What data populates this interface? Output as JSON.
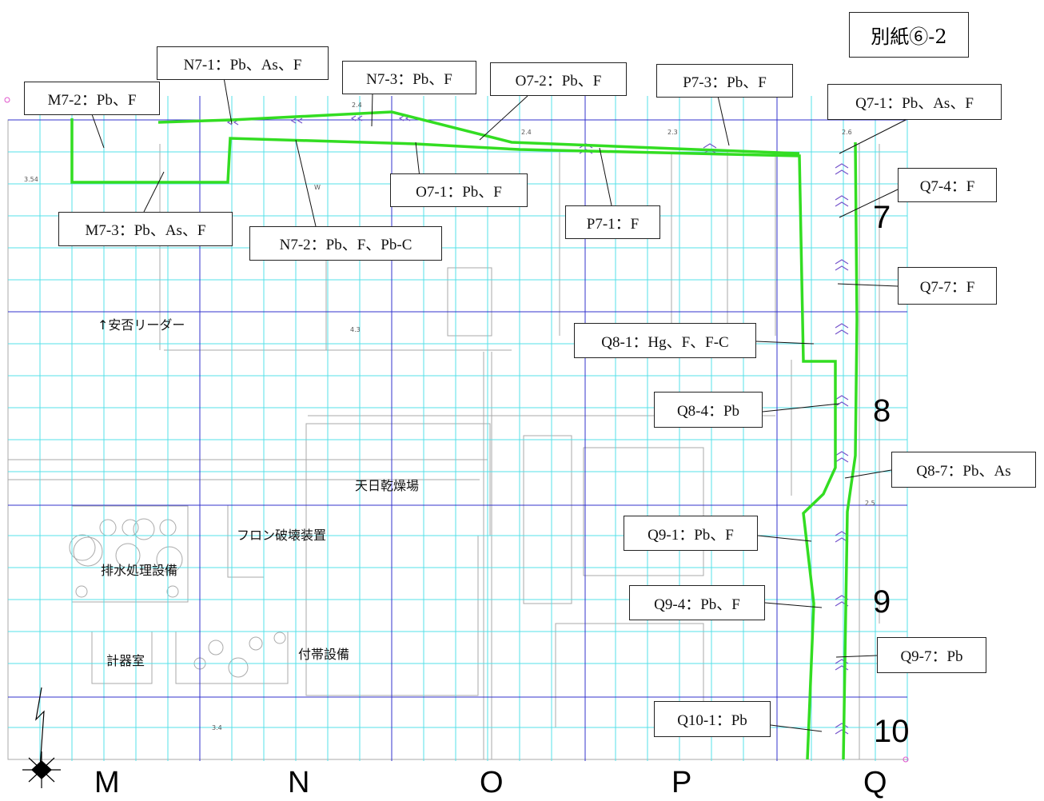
{
  "appendix_label": "別紙⑥-2",
  "columns": [
    "M",
    "N",
    "O",
    "P",
    "Q"
  ],
  "rows": [
    "7",
    "8",
    "9",
    "10"
  ],
  "map_labels": {
    "safety_leader": "↑安否リーダー",
    "sun_drying": "天日乾燥場",
    "freon": "フロン破壊装置",
    "wastewater": "排水処理設備",
    "instrument_room": "計器室",
    "auxiliary": "付帯設備"
  },
  "elevations": [
    "2.4",
    "2.4",
    "2.3",
    "2.6",
    "3.54",
    "4.3",
    "2.5",
    "3.4",
    "W"
  ],
  "sampling_points": [
    {
      "id": "M7-2",
      "label": "M7-2：Pb、F"
    },
    {
      "id": "N7-1",
      "label": "N7-1：Pb、As、F"
    },
    {
      "id": "N7-3",
      "label": "N7-3：Pb、F"
    },
    {
      "id": "O7-2",
      "label": "O7-2：Pb、F"
    },
    {
      "id": "P7-3",
      "label": "P7-3：Pb、F"
    },
    {
      "id": "Q7-1",
      "label": "Q7-1：Pb、As、F"
    },
    {
      "id": "O7-1",
      "label": "O7-1：Pb、F"
    },
    {
      "id": "Q7-4",
      "label": "Q7-4：F"
    },
    {
      "id": "P7-1",
      "label": "P7-1：F"
    },
    {
      "id": "M7-3",
      "label": "M7-3：Pb、As、F"
    },
    {
      "id": "N7-2",
      "label": "N7-2：Pb、F、Pb-C"
    },
    {
      "id": "Q7-7",
      "label": "Q7-7：F"
    },
    {
      "id": "Q8-1",
      "label": "Q8-1：Hg、F、F-C"
    },
    {
      "id": "Q8-4",
      "label": "Q8-4：Pb"
    },
    {
      "id": "Q8-7",
      "label": "Q8-7：Pb、As"
    },
    {
      "id": "Q9-1",
      "label": "Q9-1：Pb、F"
    },
    {
      "id": "Q9-4",
      "label": "Q9-4：Pb、F"
    },
    {
      "id": "Q9-7",
      "label": "Q9-7：Pb"
    },
    {
      "id": "Q10-1",
      "label": "Q10-1：Pb"
    }
  ],
  "colors": {
    "boundary": "#33dd22",
    "major_grid": "#3333cc",
    "minor_grid": "#55e0e8",
    "drawing": "#9a9a9a"
  }
}
